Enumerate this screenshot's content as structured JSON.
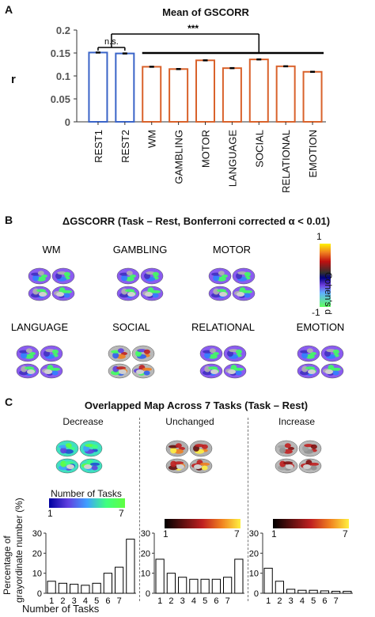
{
  "panelA": {
    "letter": "A",
    "chart_data": {
      "type": "bar",
      "title": "Mean of GSCORR",
      "ylabel": "r",
      "ylim": [
        0,
        0.2
      ],
      "yticks": [
        "0",
        "0.05",
        "0.1",
        "0.15",
        "0.2"
      ],
      "categories": [
        "REST1",
        "REST2",
        "WM",
        "GAMBLING",
        "MOTOR",
        "LANGUAGE",
        "SOCIAL",
        "RELATIONAL",
        "EMOTION"
      ],
      "values": [
        0.151,
        0.149,
        0.12,
        0.115,
        0.134,
        0.117,
        0.136,
        0.121,
        0.109
      ],
      "groups": [
        "rest",
        "rest",
        "task",
        "task",
        "task",
        "task",
        "task",
        "task",
        "task"
      ],
      "colors": {
        "rest": "#3a64c8",
        "task": "#d9622b"
      },
      "annotations": {
        "ns": "n.s.",
        "sig": "***"
      }
    }
  },
  "panelB": {
    "letter": "B",
    "title": "ΔGSCORR (Task – Rest, Bonferroni corrected α < 0.01)",
    "tasks": [
      "WM",
      "GAMBLING",
      "MOTOR",
      "LANGUAGE",
      "SOCIAL",
      "RELATIONAL",
      "EMOTION"
    ],
    "colorbar": {
      "label": "Cohen's d",
      "max": "1",
      "min": "-1"
    }
  },
  "panelC": {
    "letter": "C",
    "title": "Overlapped Map Across 7 Tasks (Task – Rest)",
    "maps": [
      "Decrease",
      "Unchanged",
      "Increase"
    ],
    "colorbar_label": "Number of Tasks",
    "colorbar_min": "1",
    "colorbar_max": "7",
    "hist_ylabel_line1": "Percentage of",
    "hist_ylabel_line2": "grayordinate number (%)",
    "hist_xlabel": "Number of Tasks",
    "chart_data": [
      {
        "type": "bar",
        "name": "Decrease",
        "categories": [
          "1",
          "2",
          "3",
          "4",
          "5",
          "6",
          "7"
        ],
        "values": [
          6,
          5,
          4.5,
          4,
          5,
          10,
          13,
          27
        ],
        "ylim": [
          0,
          30
        ]
      },
      {
        "type": "bar",
        "name": "Unchanged",
        "categories": [
          "1",
          "2",
          "3",
          "4",
          "5",
          "6",
          "7"
        ],
        "values": [
          17,
          10,
          8,
          7,
          7,
          7,
          8,
          17
        ],
        "ylim": [
          0,
          30
        ]
      },
      {
        "type": "bar",
        "name": "Increase",
        "categories": [
          "1",
          "2",
          "3",
          "4",
          "5",
          "6",
          "7"
        ],
        "values": [
          12.5,
          6,
          2,
          1.5,
          1.5,
          1.2,
          1,
          1
        ],
        "ylim": [
          0,
          30
        ]
      }
    ],
    "hist_yticks": [
      "0",
      "10",
      "20",
      "30"
    ]
  }
}
